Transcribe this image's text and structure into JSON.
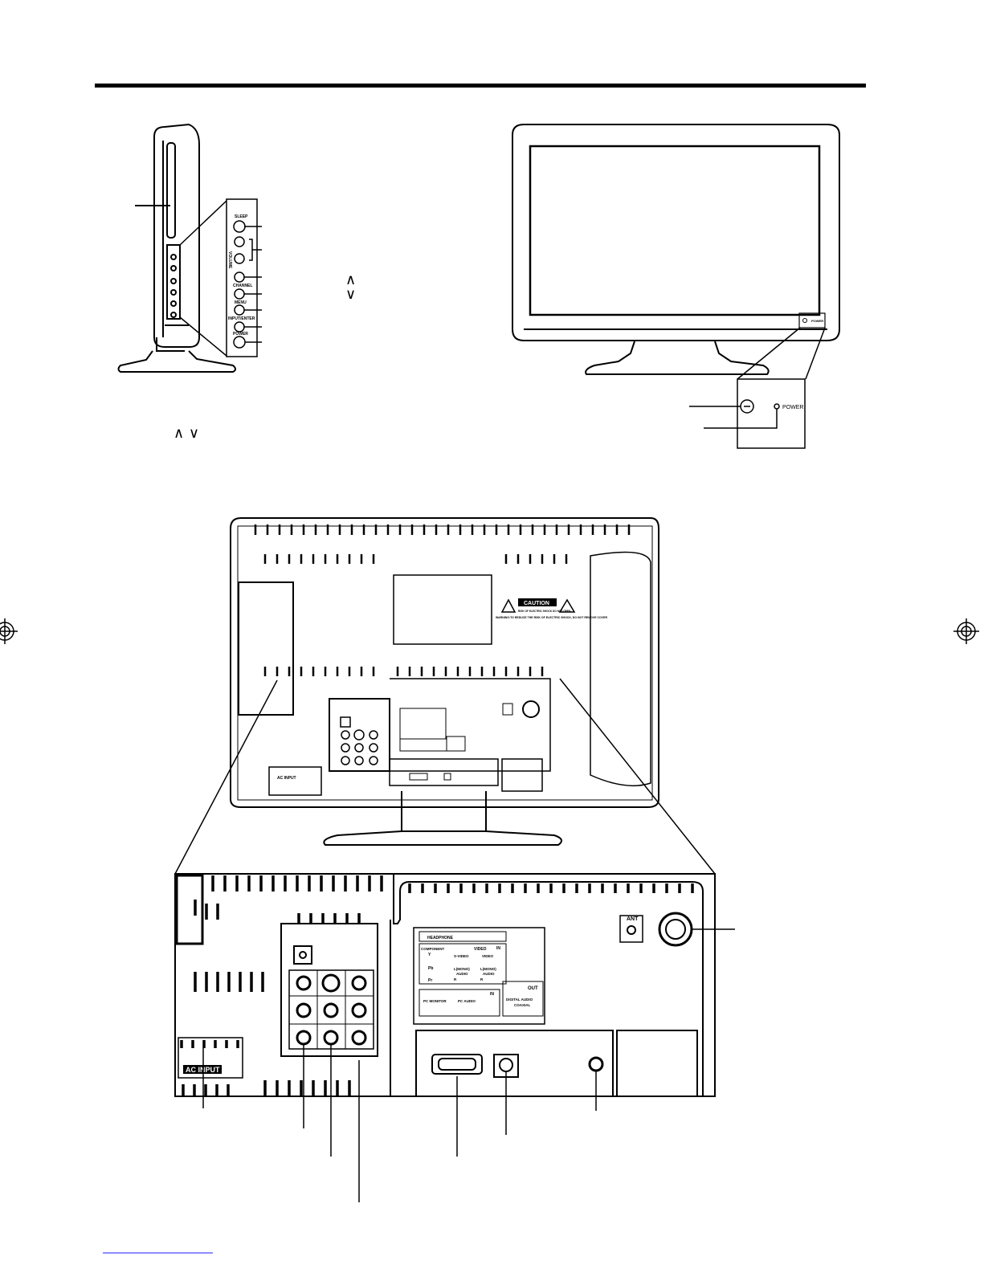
{
  "side_panel": {
    "buttons": [
      "SLEEP",
      "VOLUME",
      "CHANNEL",
      "MENU",
      "INPUT/ENTER",
      "POWER"
    ],
    "channel_up_glyph": "∧",
    "channel_down_glyph": "∨",
    "footnote_glyphs": "∧ ∨"
  },
  "front_panel": {
    "power_label": "POWER"
  },
  "rear_panel": {
    "caution_title": "CAUTION",
    "caution_body": "RISK OF ELECTRIC SHOCK DO NOT OPEN",
    "warning_text": "WARNING:TO REDUCE THE RISK OF ELECTRIC SHOCK, DO NOT REMOVE COVER",
    "ac_input": "AC INPUT",
    "ant": "ANT",
    "headphone": "HEADPHONE",
    "component": "COMPONENT",
    "video": "VIDEO",
    "in": "IN",
    "out": "OUT",
    "s_video": "S-VIDEO",
    "y": "Y",
    "pb": "Pb",
    "pr": "Pr",
    "l_mono": "L(MONO)",
    "audio": "AUDIO",
    "r": "R",
    "pc_monitor": "PC MONITOR",
    "pc_audio": "PC AUDIO",
    "digital_audio": "DIGITAL AUDIO",
    "coaxial": "COAXIAL"
  },
  "colors": {
    "ink": "#000000",
    "paper": "#ffffff",
    "hint_line": "#1a1aff"
  }
}
